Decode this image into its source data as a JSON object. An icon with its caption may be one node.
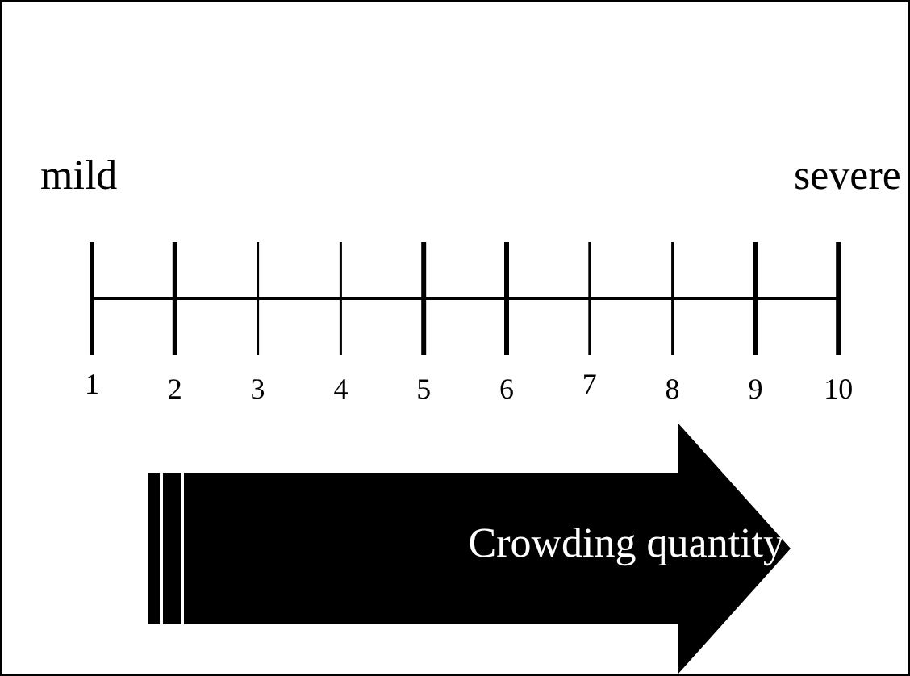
{
  "diagram": {
    "nodes": [
      {
        "text": [
          "Crowding quantity"
        ]
      }
    ],
    "labels": [
      "mild",
      "severe",
      "1",
      "2",
      "3",
      "4",
      "5",
      "6",
      "7",
      "8",
      "9",
      "10"
    ]
  }
}
